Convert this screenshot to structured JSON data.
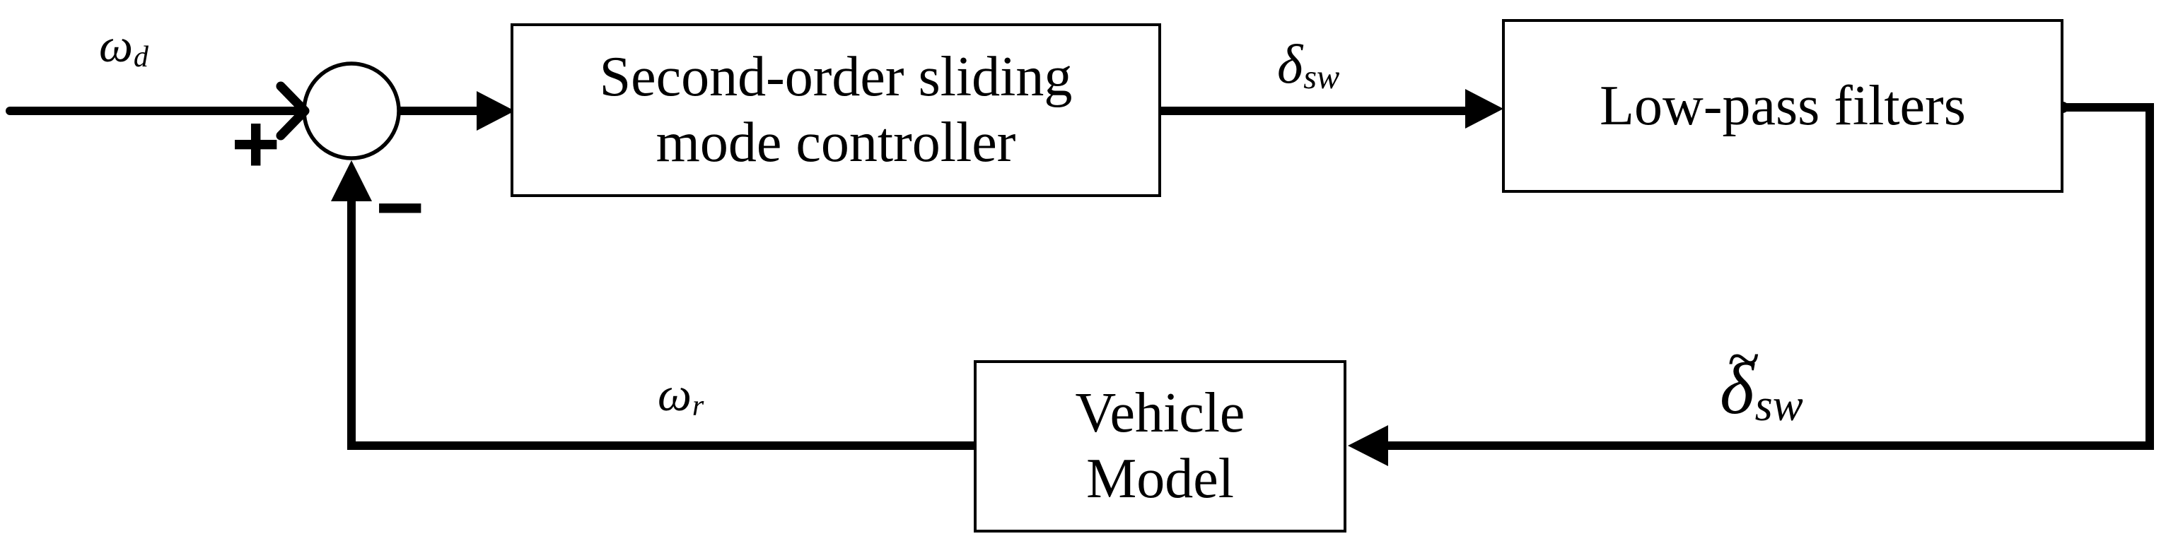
{
  "colors": {
    "ink": "#000000",
    "background": "#ffffff"
  },
  "blocks": {
    "controller": {
      "line1": "Second-order sliding",
      "line2": "mode controller"
    },
    "lowpass": {
      "line1": "Low-pass filters"
    },
    "vehicle": {
      "line1": "Vehicle",
      "line2": "Model"
    }
  },
  "signals": {
    "reference": {
      "base": "ω",
      "sub": "d"
    },
    "control": {
      "base": "δ",
      "sub": "sw"
    },
    "filtered": {
      "tilde": "~",
      "base": "δ",
      "sub": "sw"
    },
    "feedback": {
      "base": "ω",
      "sub": "r"
    }
  },
  "summing_junction": {
    "plus": "+",
    "minus": "−"
  }
}
